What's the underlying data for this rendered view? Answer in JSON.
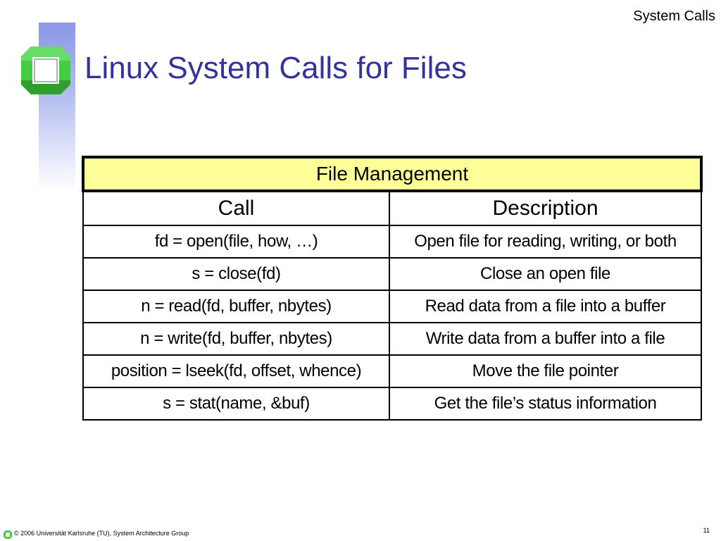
{
  "header": {
    "section": "System Calls",
    "title": "Linux System Calls for Files"
  },
  "table": {
    "caption": "File Management",
    "columns": [
      "Call",
      "Description"
    ],
    "rows": [
      {
        "call": "fd = open(file, how, …)",
        "description": "Open file for reading, writing, or both"
      },
      {
        "call": "s = close(fd)",
        "description": "Close an open file"
      },
      {
        "call": "n = read(fd, buffer, nbytes)",
        "description": "Read data from a file into a buffer"
      },
      {
        "call": "n = write(fd, buffer, nbytes)",
        "description": "Write data from a buffer into a file"
      },
      {
        "call": "position = lseek(fd, offset, whence)",
        "description": "Move the file pointer"
      },
      {
        "call": "s = stat(name, &buf)",
        "description": "Get the file’s status information"
      }
    ]
  },
  "footer": {
    "copyright": "© 2006 Universität Karlsruhe (TU), System Architecture Group",
    "page_number": "11"
  },
  "colors": {
    "title": "#333399",
    "caption_background": "#ffff99",
    "logo_green": "#44cc44"
  },
  "icons": {
    "logo": "university-logo-icon",
    "footer_logo": "university-logo-icon"
  }
}
